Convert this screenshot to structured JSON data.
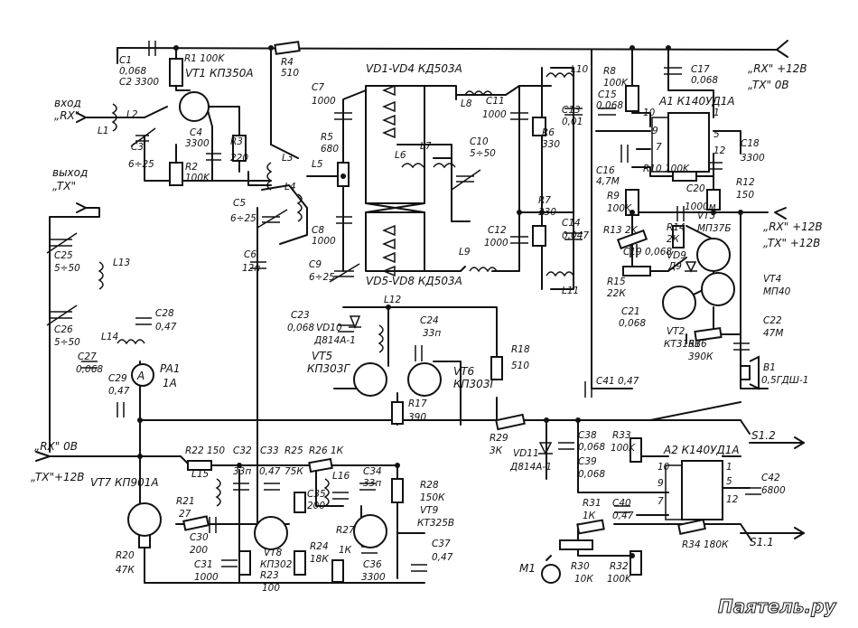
{
  "labels": {
    "C1": "C1",
    "C1v": "0,068",
    "C2": "C2 3300",
    "R1": "R1 100K",
    "VT1": "VT1  КП350А",
    "R4": "R4",
    "R4v": "510",
    "VD14": "VD1-VD4  КД503А",
    "C17": "C17",
    "C17v": "0,068",
    "rx12": "„RX\" +12В",
    "tx0": "„TX\"  0В",
    "in1": "вход",
    "in2": "„RX\"",
    "L1": "L1",
    "L2": "L2",
    "C3": "C3",
    "C3v": "6÷25",
    "C4": "C4",
    "C4v": "3300",
    "R3": "R3",
    "R3v": "220",
    "R2": "R2",
    "R2v": "100K",
    "C7": "C7",
    "C7v": "1000",
    "R5": "R5",
    "R5v": "680",
    "L3": "L3",
    "L4": "L4",
    "L5": "L5",
    "C5": "C5",
    "C5v": "6÷25",
    "C8": "C8",
    "C8v": "1000",
    "C9": "C9",
    "C9v": "6÷25",
    "VD58": "VD5-VD8 КД503А",
    "C6": "C6",
    "C6v": "12п",
    "L6": "L6",
    "L7": "L7",
    "L8": "L8",
    "L9": "L9",
    "C10": "C10",
    "C10v": "5÷50",
    "C11": "C11",
    "C11v": "1000",
    "C12": "C12",
    "C12v": "1000",
    "C13": "C13",
    "C13v": "0,01",
    "C14": "C14",
    "C14v": "0,047",
    "R6": "R6",
    "R6v": "330",
    "R7": "R7",
    "R7v": "330",
    "L10": "L10",
    "L11": "L11",
    "R8": "R8",
    "R8v": "100K",
    "C15": "C15",
    "C15v": "0,068",
    "A1": "A1 К140УД1А",
    "C16": "C16",
    "C16v": "4,7М",
    "R10": "R10 100K",
    "C18": "C18",
    "C18v": "3300",
    "R9": "R9",
    "R9v": "100K",
    "C20": "C20",
    "R12": "R12",
    "R12v": "150",
    "out1": "выход",
    "out2": "„TX\"",
    "C25": "C25",
    "C25v": "5÷50",
    "L13": "L13",
    "C26": "C26",
    "C26v": "5÷50",
    "L14": "L14",
    "C27": "C27",
    "C27v": "0,068",
    "C28": "C28",
    "C28v": "0,47",
    "C29": "C29",
    "C29v": "0,47",
    "PA1": "PA1",
    "PA1v": "1A",
    "L12": "L12",
    "C23": "C23",
    "C23v": "0,068",
    "VD10": "VD10",
    "VD10v": "Д814А-1",
    "C24": "C24",
    "C24v": "33п",
    "VT5": "VT5",
    "VT5v": "КП303Г",
    "VT6": "VT6",
    "VT6v": "КП303Г",
    "R17": "R17",
    "R17v": "390",
    "R18": "R18",
    "R18v": "510",
    "R13": "R13 2K",
    "C19": "C19 0,068",
    "R14": "R14",
    "R14v": "2К",
    "VT3": "VT3",
    "VT3v": "МП37Б",
    "C1000": "1000м",
    "rx12b": "„RX\" +12В",
    "tx12b": "„TX\" +12В",
    "VD9": "VD9",
    "VD9v": "Д9",
    "R15": "R15",
    "R15v": "22К",
    "C21": "C21",
    "C21v": "0,068",
    "VT2": "VT2",
    "VT2v": "КТ315В",
    "R16": "R16",
    "R16v": "390К",
    "VT4": "VT4",
    "VT4v": "МП40",
    "C22": "C22",
    "C22v": "47М",
    "B1": "B1",
    "B1v": "0,5ГДШ-1",
    "C41": "C41 0,47",
    "R29": "R29",
    "R29v": "3К",
    "VD11": "VD11",
    "VD11v": "Д814А-1",
    "C38": "C38",
    "C38v": "0,068",
    "C39": "C39",
    "C39v": "0,068",
    "R33": "R33",
    "R33v": "100K",
    "A2": "A2 К140УД1А",
    "S12": "S1.2",
    "C42": "C42",
    "C42v": "6800",
    "rx0": "„RX\" 0В",
    "tx12c": "„TX\"+12В",
    "R22": "R22  150",
    "C32": "C32",
    "C33": "C33",
    "R25": "R25",
    "R26": "R26  1К",
    "VT7": "VT7  КП901А",
    "L15": "L15",
    "C32v": "33п",
    "C33v": "0,47",
    "R25v": "75К",
    "L16": "L16",
    "C34": "C34",
    "C34v": "33п",
    "C35": "C35",
    "C35v": "200",
    "R28": "R28",
    "R28v": "150К",
    "VT9": "VT9",
    "VT9v": "КТ325В",
    "R21": "R21",
    "R21v": "27",
    "C30": "C30",
    "C30v": "200",
    "R20": "R20",
    "R20v": "47К",
    "VT8": "VT8",
    "VT8v": "КП302",
    "C31": "C31",
    "C31v": "1000",
    "R23": "R23",
    "R23v": "100",
    "R24": "R24",
    "R24v": "18К",
    "R27": "R27",
    "R27v": "1К",
    "C36": "C36",
    "C36v": "3300",
    "C37": "C37",
    "C37v": "0,47",
    "R31": "R31",
    "R31v": "1К",
    "C40": "C40",
    "C40v": "0,47",
    "R34": "R34  180К",
    "S11": "S1.1",
    "M1": "M1",
    "R30": "R30",
    "R30v": "10К",
    "R32": "R32",
    "R32v": "100K",
    "pin10": "10",
    "pin9": "9",
    "pin7": "7",
    "pin1": "1",
    "pin5": "5",
    "pin12": "12",
    "pin10b": "10",
    "pin9b": "9",
    "pin7b": "7",
    "pin1b": "1",
    "pin5b": "5",
    "pin12b": "12",
    "watermark": "Паятель.ру"
  }
}
